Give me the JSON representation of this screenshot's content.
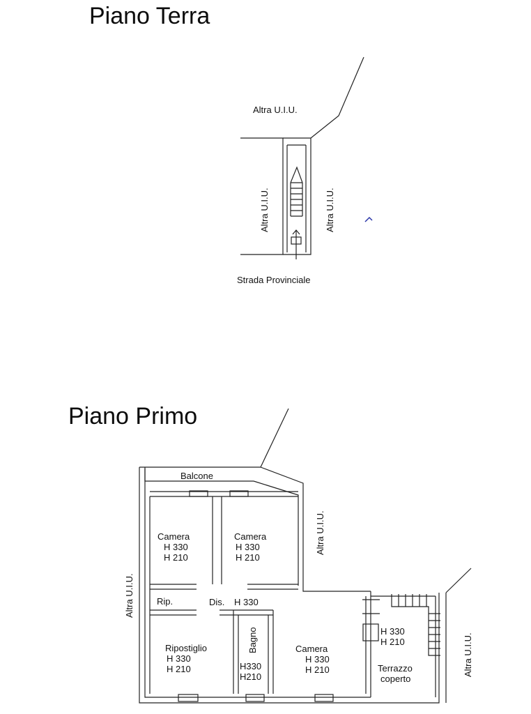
{
  "titles": {
    "ground": "Piano Terra",
    "first": "Piano Primo"
  },
  "ground_floor": {
    "labels": {
      "top_neighbor": "Altra U.I.U.",
      "left_neighbor": "Altra U.I.U.",
      "right_neighbor": "Altra U.I.U.",
      "road": "Strada Provinciale"
    }
  },
  "first_floor": {
    "balcony": "Balcone",
    "rooms": [
      {
        "name": "Camera",
        "h1": "H 330",
        "h2": "H 210"
      },
      {
        "name": "Camera",
        "h1": "H 330",
        "h2": "H 210"
      },
      {
        "name": "Ripostiglio",
        "h1": "H 330",
        "h2": "H 210"
      },
      {
        "name": "Bagno",
        "h1": "H330",
        "h2": "H210"
      },
      {
        "name": "Camera",
        "h1": "H 330",
        "h2": "H 210"
      }
    ],
    "rip": "Rip.",
    "dis": "Dis.",
    "dis_height": "H 330",
    "terrace": {
      "line1": "Terrazzo",
      "line2": "coperto",
      "h1": "H 330",
      "h2": "H 210"
    },
    "neighbors": {
      "left": "Altra U.I.U.",
      "middle": "Altra U.I.U.",
      "right": "Altra U.I.U."
    }
  }
}
